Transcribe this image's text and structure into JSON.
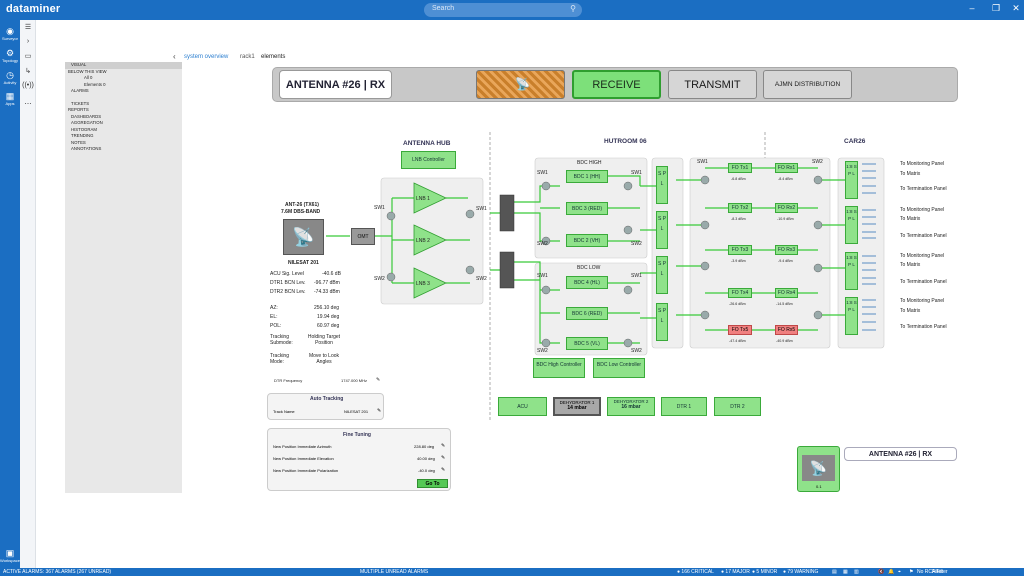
{
  "app": {
    "brand": "dataminer",
    "search_placeholder": "Search"
  },
  "nav": [
    {
      "label": "Surveyor",
      "icon": "surveyor-icon"
    },
    {
      "label": "Topology",
      "icon": "topology-icon"
    },
    {
      "label": "Activity",
      "icon": "activity-icon"
    },
    {
      "label": "Apps",
      "icon": "apps-icon"
    },
    {
      "label": "Workspace",
      "icon": "workspace-icon"
    }
  ],
  "breadcrumb": [
    "system overview",
    "rack1",
    "elements"
  ],
  "tree": {
    "visual": "VISUAL",
    "below": "BELOW THIS VIEW",
    "all": "All 0",
    "elements": "Elements 0",
    "alarms": "ALARMS",
    "tickets": "TICKETS",
    "reports": "REPORTS",
    "dashboards": "DASHBOARDS",
    "aggregation": "AGGREGATION",
    "histogram": "HISTOGRAM",
    "trending": "TRENDING",
    "notes": "NOTES",
    "annotations": "ANNOTATIONS"
  },
  "header": {
    "title": "ANTENNA #26 | RX",
    "receive": "RECEIVE",
    "transmit": "TRANSMIT",
    "distribution": "AJMN DISTRIBUTION"
  },
  "sections": {
    "hub": "ANTENNA HUB",
    "hutroom": "HUTROOM 06",
    "car": "CAR26"
  },
  "antenna": {
    "name": "ANT-26 (TX61)",
    "band": "7.6M DBS-BAND",
    "sat": "NILESAT 201",
    "acu_label": "ACU Sig. Level",
    "acu_value": "-40.6 dB",
    "dtr1_label": "DTR1 BCN Lev.",
    "dtr1_value": "-96.77 dBm",
    "dtr2_label": "DTR2 BCN Lev.",
    "dtr2_value": "-74.33 dBm",
    "az_label": "AZ:",
    "az_value": "256.10 deg",
    "el_label": "EL:",
    "el_value": "19.94 deg",
    "pol_label": "POL:",
    "pol_value": "60.97 deg",
    "tsub_label": "Tracking\nSubmode:",
    "tsub_value": "Holding Target Position",
    "tmode_label": "Tracking\nMode:",
    "tmode_value": "Move to Look Angles",
    "dtr_freq_label": "DTR Frequency",
    "dtr_freq_value": "1747.000 MHz"
  },
  "auto_tracking": {
    "title": "Auto Tracking",
    "track_label": "Track Name",
    "track_value": "NILESAT 201"
  },
  "fine_tuning": {
    "title": "Fine Tuning",
    "az_label": "New Position Immediate Azimuth",
    "az_value": "228.80 deg",
    "el_label": "New Position Immediate Elevation",
    "el_value": "40.00 deg",
    "pol_label": "New Position Immediate Polarization",
    "pol_value": "-40.0 deg",
    "go": "Go To"
  },
  "hub": {
    "lnb_controller": "LNB Controller",
    "omt": "OMT",
    "lnb1": "LNB 1",
    "lnb2": "LNB 2",
    "lnb3": "LNB 3",
    "sw1": "SW1",
    "sw2": "SW2"
  },
  "bdc": {
    "high": "BDC HIGH",
    "low": "BDC LOW",
    "units": [
      "BDC 1 (HH)",
      "BDC 3 (RED)",
      "BDC 2 (VH)",
      "BDC 4 (HL)",
      "BDC 6 (RED)",
      "BDC 5 (VL)"
    ],
    "high_ctrl": "BDC High Controller",
    "low_ctrl": "BDC Low Controller",
    "sw1": "SW1",
    "sw2": "SW2"
  },
  "spl": "S P L",
  "fo": {
    "tx": [
      {
        "name": "FO Tx1",
        "val": "-6.8 dBm"
      },
      {
        "name": "FO Tx2",
        "val": "-8.3 dBm"
      },
      {
        "name": "FO Tx3",
        "val": "-3.9 dBm"
      },
      {
        "name": "FO Tx4",
        "val": "-26.6 dBm"
      },
      {
        "name": "FO Tx5",
        "val": "-47.4 dBm"
      }
    ],
    "rx": [
      {
        "name": "FO Rx1",
        "val": "-8.4 dBm"
      },
      {
        "name": "FO Rx2",
        "val": "-10.9 dBm"
      },
      {
        "name": "FO Rx3",
        "val": "-9.4 dBm"
      },
      {
        "name": "FO Rx4",
        "val": "-14.5 dBm"
      },
      {
        "name": "FO Rx5",
        "val": "-40.9 dBm"
      }
    ],
    "sw1": "SW1",
    "sw2": "SW2"
  },
  "car": {
    "splitter": "1:8 S P L",
    "outputs": [
      "To Monitoring Panel",
      "To Matrix",
      "To Termination Panel"
    ]
  },
  "bottom": {
    "acu": "ACU",
    "dehy1": "DEHYDRATOR 1",
    "dehy1_val": "14 mbar",
    "dehy2": "DEHYDRATOR 2",
    "dehy2_val": "16 mbar",
    "dtr1": "DTR 1",
    "dtr2": "DTR 2"
  },
  "mini": {
    "title": "ANTENNA #26 | RX",
    "tag": "0.1"
  },
  "status": {
    "left": "ACTIVE ALARMS: 367 ALARMS (267 UNREAD)",
    "center": "MULTIPLE UNREAD ALARMS",
    "critical": "166 CRITICAL",
    "major": "17 MAJOR",
    "minor": "5 MINOR",
    "warning": "79 WARNING",
    "rca": "No RCA Filter",
    "filter": "Filter"
  },
  "colors": {
    "accent": "#1b6ec2",
    "ok_green": "#8fe28a",
    "alarm_red": "#f08080",
    "pipe": "#39c939"
  }
}
